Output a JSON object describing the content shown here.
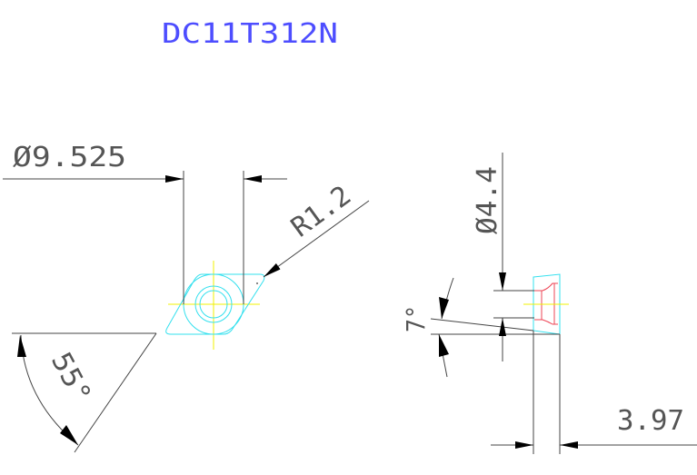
{
  "title": "DC11T312N",
  "colors": {
    "title": "#4d4dff",
    "dimension": "#555555",
    "insert_outline": "#33e0ee",
    "centerline": "#f0f000",
    "hole_section": "#ee4455",
    "background": "#ffffff"
  },
  "dimensions": {
    "inscribed_circle": "Ø9.525",
    "corner_radius": "R1.2",
    "included_angle": "55°",
    "hole_diameter": "Ø4.4",
    "clearance_angle": "7°",
    "thickness": "3.97"
  }
}
